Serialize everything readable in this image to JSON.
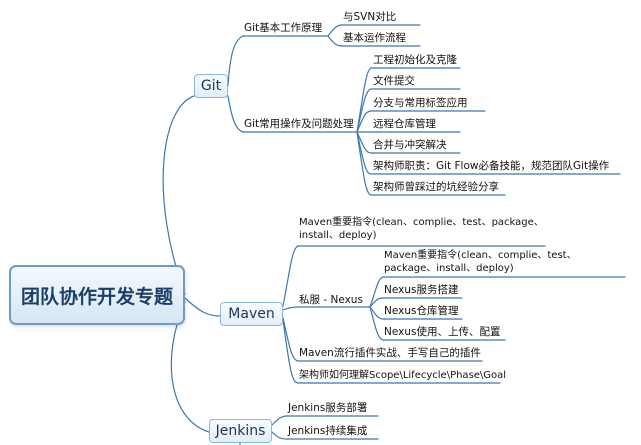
{
  "root": {
    "label": "团队协作开发专题"
  },
  "branches": {
    "git": {
      "label": "Git",
      "principle": {
        "label": "Git基本工作原理",
        "children": [
          "与SVN对比",
          "基本运作流程"
        ]
      },
      "ops": {
        "label": "Git常用操作及问题处理",
        "children": [
          "工程初始化及克隆",
          "文件提交",
          "分支与常用标签应用",
          "远程仓库管理",
          "合并与冲突解决",
          "架构师职责：Git Flow必备技能，规范团队Git操作",
          "架构师曾踩过的坑经验分享"
        ]
      }
    },
    "maven": {
      "label": "Maven",
      "commands": "Maven重要指令(clean、complie、test、package、install、deploy)",
      "nexus": {
        "label": "私服 - Nexus",
        "children": [
          "Maven重要指令(clean、complie、test、package、install、deploy)",
          "Nexus服务搭建",
          "Nexus仓库管理",
          "Nexus使用、上传、配置"
        ]
      },
      "plugins": "Maven流行插件实战、手写自己的插件",
      "scope": "架构师如何理解Scope\\Lifecycle\\Phase\\Goal"
    },
    "jenkins": {
      "label": "Jenkins",
      "children": [
        "Jenkins服务部署",
        "Jenkins持续集成"
      ]
    }
  },
  "colors": {
    "line": "#3e78b0",
    "node_border": "#8fb6d6",
    "root_border": "#6f9cc5",
    "text": "#111111",
    "node_text": "#1f3555"
  }
}
